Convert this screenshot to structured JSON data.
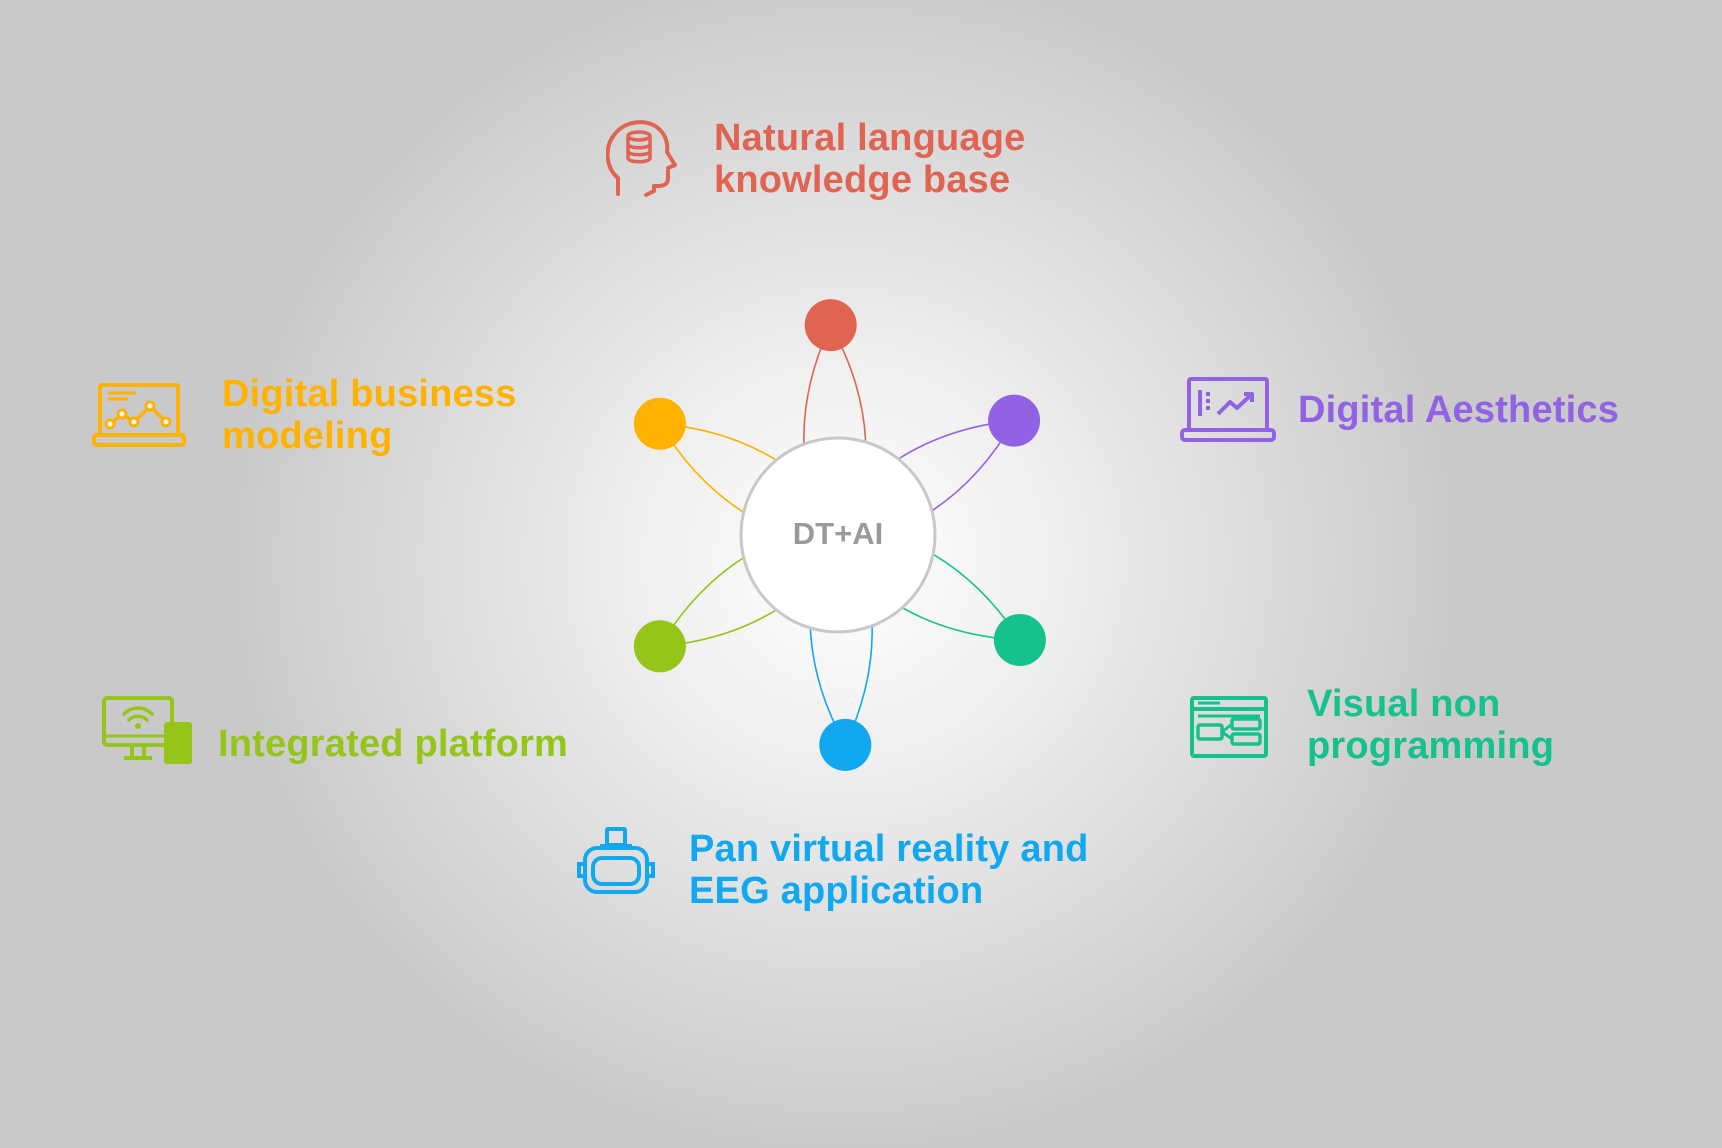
{
  "center": {
    "label": "DT+AI"
  },
  "nodes": [
    {
      "id": "nlkb",
      "color": "#e06452",
      "lines": [
        "Natural language",
        "knowledge base"
      ],
      "icon": "head-database-icon"
    },
    {
      "id": "aesthetics",
      "color": "#9163e4",
      "lines": [
        "Digital Aesthetics"
      ],
      "icon": "laptop-chart-icon"
    },
    {
      "id": "visual",
      "color": "#16c28c",
      "lines": [
        "Visual non",
        "programming"
      ],
      "icon": "window-flowchart-icon"
    },
    {
      "id": "vr",
      "color": "#12a8ef",
      "lines": [
        "Pan virtual reality and",
        "EEG application"
      ],
      "icon": "vr-headset-icon"
    },
    {
      "id": "platform",
      "color": "#96c51a",
      "lines": [
        "Integrated platform"
      ],
      "icon": "monitor-wifi-phone-icon"
    },
    {
      "id": "business",
      "color": "#ffb200",
      "lines": [
        "Digital business",
        "modeling"
      ],
      "icon": "laptop-graph-icon"
    }
  ]
}
